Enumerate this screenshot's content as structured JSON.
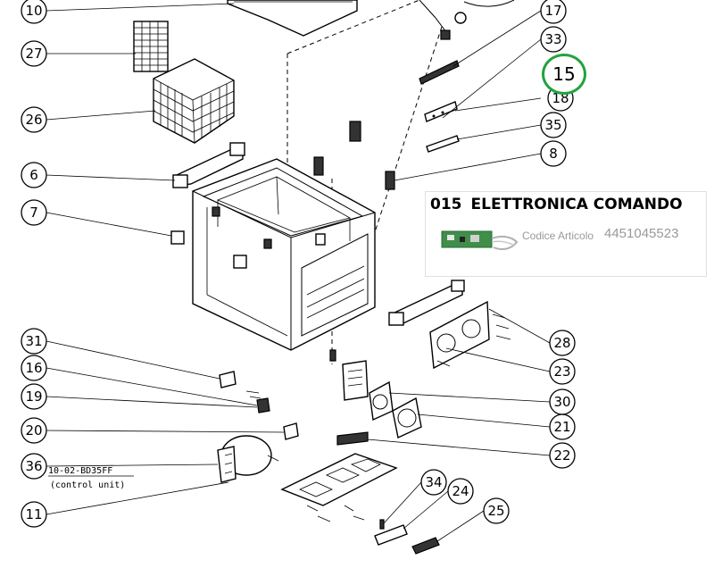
{
  "labels": {
    "p10": "10",
    "p17": "17",
    "p27": "27",
    "p33": "33",
    "p18": "18",
    "p26": "26",
    "p35": "35",
    "p6": "6",
    "p8": "8",
    "p7": "7",
    "p31": "31",
    "p28": "28",
    "p16": "16",
    "p23": "23",
    "p19": "19",
    "p30": "30",
    "p20": "20",
    "p21": "21",
    "p36": "36",
    "p22": "22",
    "p11": "11",
    "p34": "34",
    "p24": "24",
    "p25": "25"
  },
  "control_unit": {
    "code": "10-02-BD35FF",
    "caption": "(control unit)"
  },
  "highlight": {
    "number": "15",
    "color": "#22a340"
  },
  "info_box": {
    "number": "015",
    "title": "ELETTRONICA COMANDO",
    "code_label": "Codice Articolo",
    "code": "4451045523"
  }
}
